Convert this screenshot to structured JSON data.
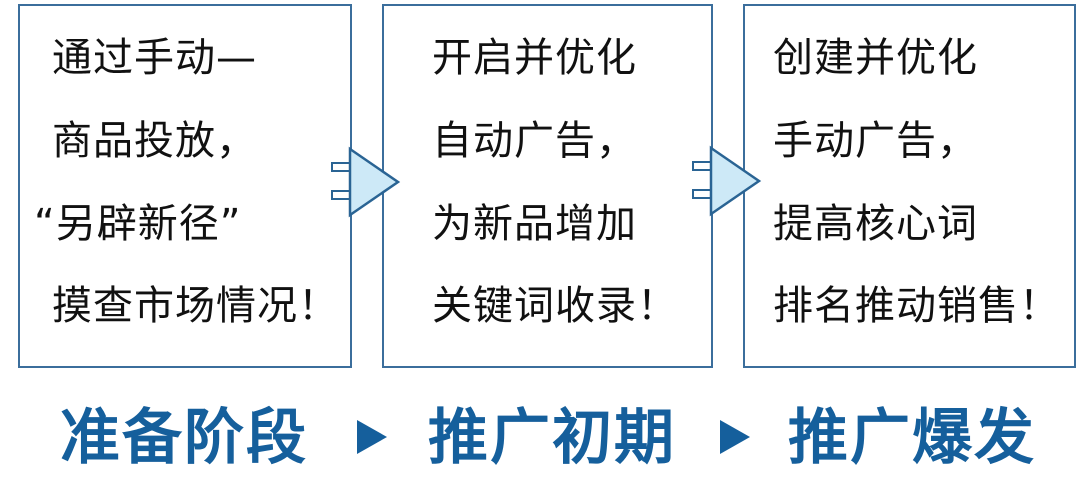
{
  "boxes": [
    {
      "lines": [
        "通过手动—",
        "商品投放，",
        "“另辟新径”",
        "摸查市场情况！"
      ]
    },
    {
      "lines": [
        "开启并优化",
        "自动广告，",
        "为新品增加",
        "关键词收录！"
      ]
    },
    {
      "lines": [
        "创建并优化",
        "手动广告，",
        "提高核心词",
        "排名推动销售！"
      ]
    }
  ],
  "arrows": [
    {
      "icon": "right-arrow-icon"
    },
    {
      "icon": "right-arrow-icon"
    }
  ],
  "stages": [
    {
      "label": "准备阶段"
    },
    {
      "label": "推广初期"
    },
    {
      "label": "推广爆发"
    }
  ],
  "stage_separator_icon": "play-triangle-icon",
  "colors": {
    "box_border": "#3b6e9c",
    "arrow_fill": "#cde9f7",
    "arrow_stroke": "#2a6494",
    "stage_text": "#155f9c",
    "body_text": "#111111"
  }
}
